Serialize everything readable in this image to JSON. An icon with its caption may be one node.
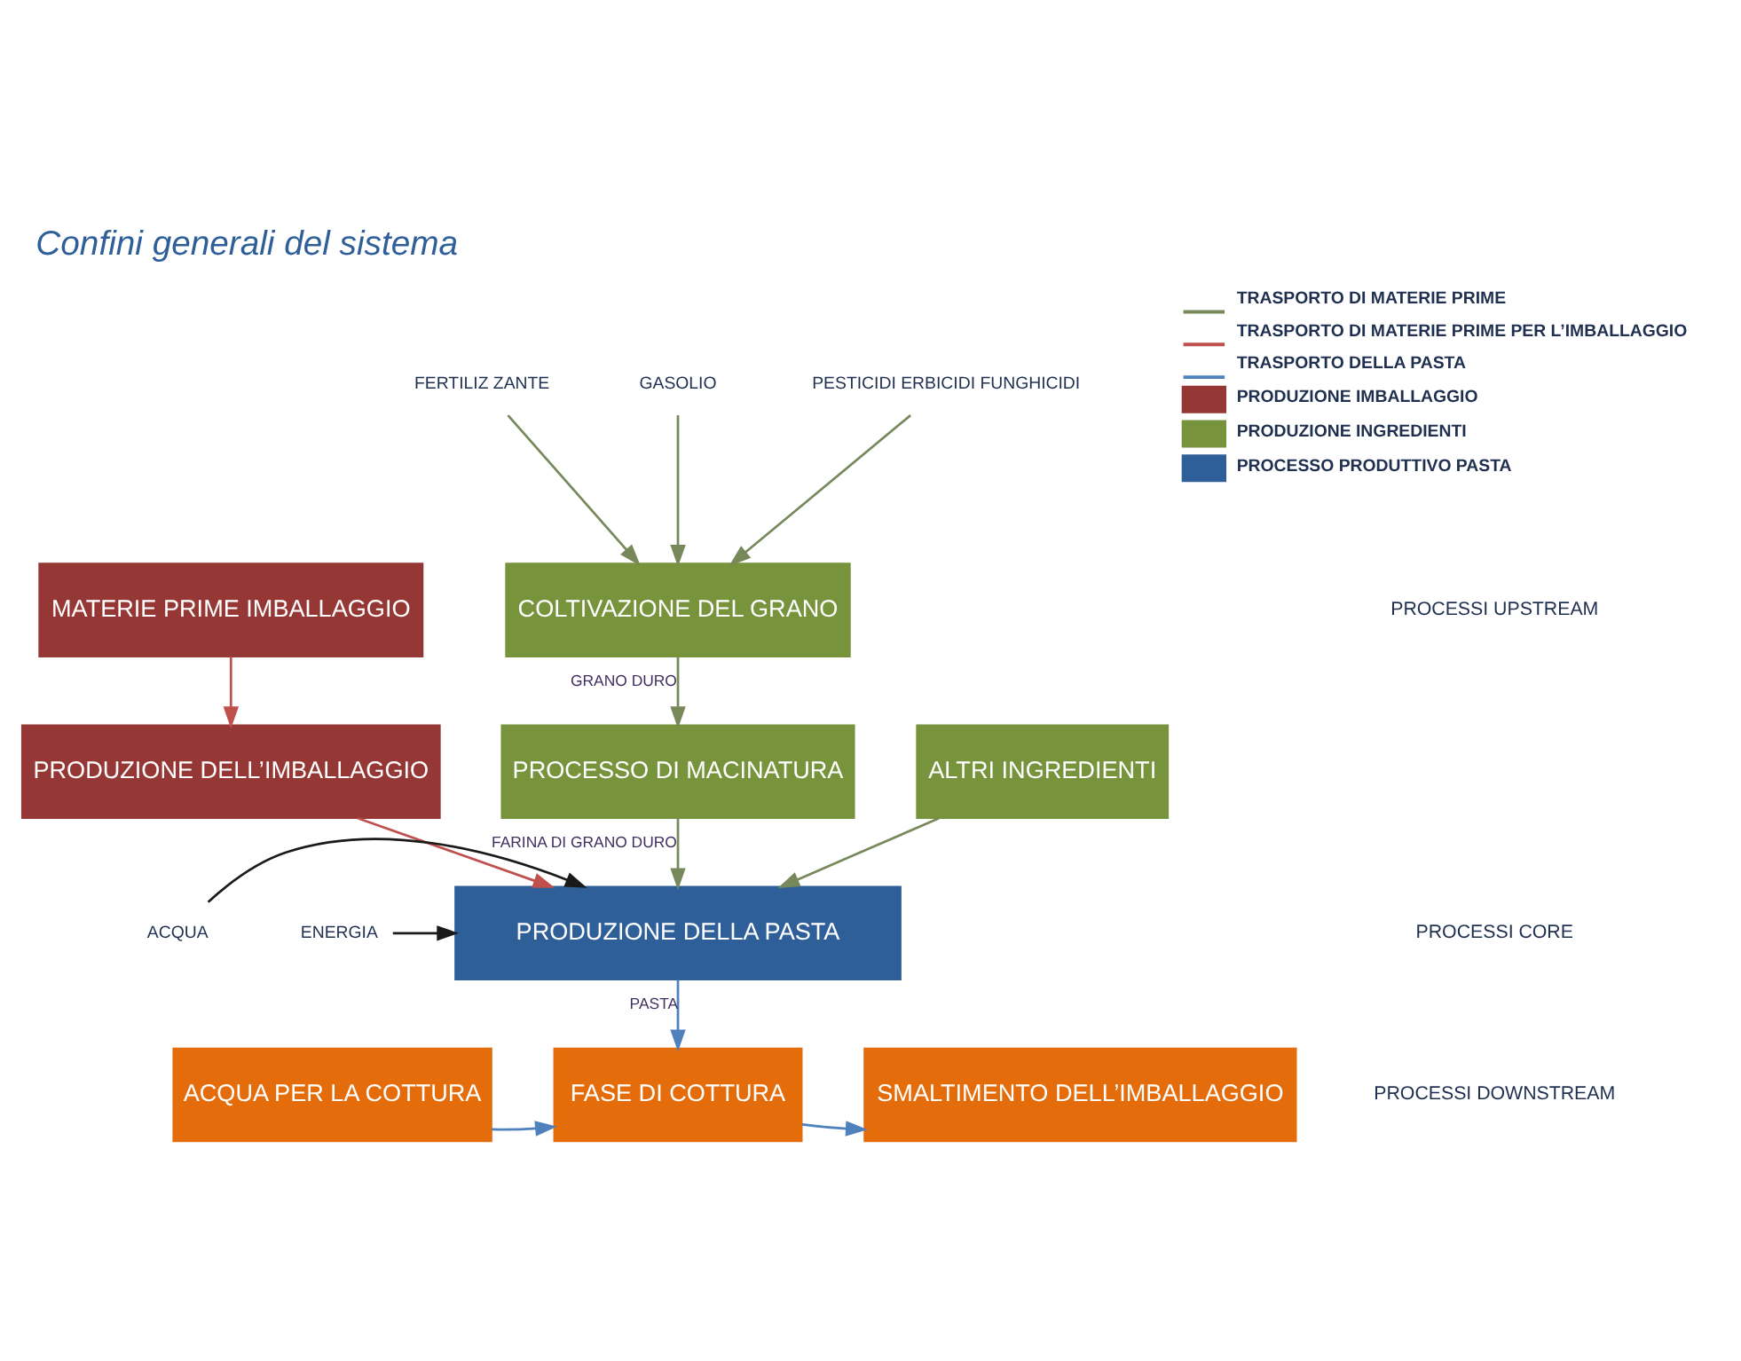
{
  "diagram": {
    "title": "Confini generali del sistema",
    "nodes": [
      {
        "text": [
          "MATERIE PRIME IMBALLAGGIO"
        ]
      },
      {
        "text": [
          "PRODUZIONE DELL’IMBALLAGGIO"
        ]
      },
      {
        "text": [
          "FERTILIZ ZANTE"
        ]
      },
      {
        "text": [
          "GASOLIO"
        ]
      },
      {
        "text": [
          "PESTICIDI ERBICIDI FUNGHICIDI"
        ]
      },
      {
        "text": [
          "COLTIVAZIONE DEL GRANO"
        ]
      },
      {
        "text": [
          "PROCESSO DI MACINATURA"
        ]
      },
      {
        "text": [
          "ALTRI INGREDIENTI"
        ]
      },
      {
        "text": [
          "ACQUA"
        ]
      },
      {
        "text": [
          "ENERGIA"
        ]
      },
      {
        "text": [
          "PRODUZIONE DELLA PASTA"
        ]
      },
      {
        "text": [
          "ACQUA PER LA COTTURA"
        ]
      },
      {
        "text": [
          "FASE DI COTTURA"
        ]
      },
      {
        "text": [
          "SMALTIMENTO DELL’IMBALLAGGIO"
        ]
      }
    ],
    "edges": [
      {
        "from": 0,
        "to": 1,
        "arrow": "to",
        "color": "#c0504d"
      },
      {
        "from": 2,
        "to": 5,
        "arrow": "to"
      },
      {
        "from": 3,
        "to": 5,
        "arrow": "to"
      },
      {
        "from": 4,
        "to": 5,
        "arrow": "to"
      },
      {
        "from": 5,
        "to": 6,
        "arrow": "to",
        "label": "GRANO DURO"
      },
      {
        "from": 1,
        "to": 10,
        "arrow": "to",
        "color": "#c0504d"
      },
      {
        "from": 6,
        "to": 10,
        "arrow": "to",
        "label": "FARINA DI GRANO DURO"
      },
      {
        "from": 7,
        "to": 10,
        "arrow": "to"
      },
      {
        "from": 8,
        "to": 10,
        "arrow": "to",
        "color": "#1a1a1a"
      },
      {
        "from": 9,
        "to": 10,
        "arrow": "to",
        "color": "#1a1a1a"
      },
      {
        "from": 10,
        "to": 12,
        "arrow": "to",
        "label": "PASTA",
        "color": "#4f81bd"
      },
      {
        "from": 11,
        "to": 12,
        "arrow": "to",
        "color": "#4f81bd"
      },
      {
        "from": 12,
        "to": 13,
        "arrow": "to",
        "color": "#4f81bd"
      }
    ],
    "labels": [
      "PROCESSI UPSTREAM",
      "PROCESSI CORE",
      "PROCESSI DOWNSTREAM"
    ],
    "legend": [
      {
        "text": "TRASPORTO DI MATERIE PRIME"
      },
      {
        "text": "TRASPORTO DI MATERIE PRIME PER L’IMBALLAGGIO"
      },
      {
        "text": "TRASPORTO DELLA PASTA"
      },
      {
        "text": "PRODUZIONE IMBALLAGGIO",
        "color": "#953735"
      },
      {
        "text": "PRODUZIONE INGREDIENTI",
        "color": "#77933c"
      },
      {
        "text": "PROCESSO PRODUTTIVO PASTA",
        "color": "#2f5f98"
      }
    ]
  }
}
